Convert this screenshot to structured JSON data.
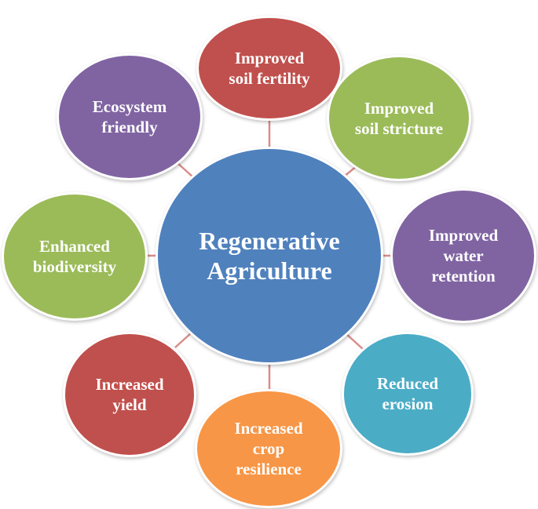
{
  "center": {
    "label": "Regenerative\nAgriculture",
    "color": "#4f81bd"
  },
  "connector_color": "#d98c8a",
  "nodes": [
    {
      "label": "Improved\nsoil fertility",
      "color": "#c0504d"
    },
    {
      "label": "Improved\nsoil stricture",
      "color": "#9bbb59"
    },
    {
      "label": "Improved\nwater\nretention",
      "color": "#8064a2"
    },
    {
      "label": "Reduced\nerosion",
      "color": "#4bacc6"
    },
    {
      "label": "Increased\ncrop\nresilience",
      "color": "#f79646"
    },
    {
      "label": "Increased\nyield",
      "color": "#c0504d"
    },
    {
      "label": "Enhanced\nbiodiversity",
      "color": "#9bbb59"
    },
    {
      "label": "Ecosystem\nfriendly",
      "color": "#8064a2"
    }
  ]
}
